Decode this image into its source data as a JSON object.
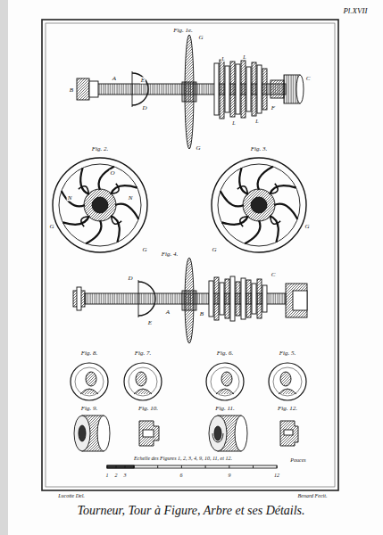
{
  "diagram": {
    "caption": "Tourneur, Tour à Figure, Arbre et ses Détails.",
    "labels": [
      "Pl.XVII",
      "Fig. 1e.",
      "B",
      "A",
      "E",
      "D",
      "G",
      "G",
      "L",
      "L",
      "L",
      "L",
      "F",
      "C",
      "Fig. 2.",
      "G",
      "G",
      "N",
      "N",
      "O",
      "Fig. 3.",
      "G",
      "G",
      "Fig. 4.",
      "D",
      "A",
      "E",
      "B",
      "C",
      "Fig. 8.",
      "Fig. 7.",
      "Fig. 6.",
      "Fig. 5.",
      "Fig. 9.",
      "Fig. 10.",
      "Fig. 11.",
      "Fig. 12.",
      "Echelle des Figures 1, 2, 3, 4, 9, 10, 11, et 12.",
      "Pouces",
      "1",
      "2",
      "3",
      "6",
      "9",
      "12",
      "Lucotte Del.",
      "Benard Fecit."
    ]
  }
}
